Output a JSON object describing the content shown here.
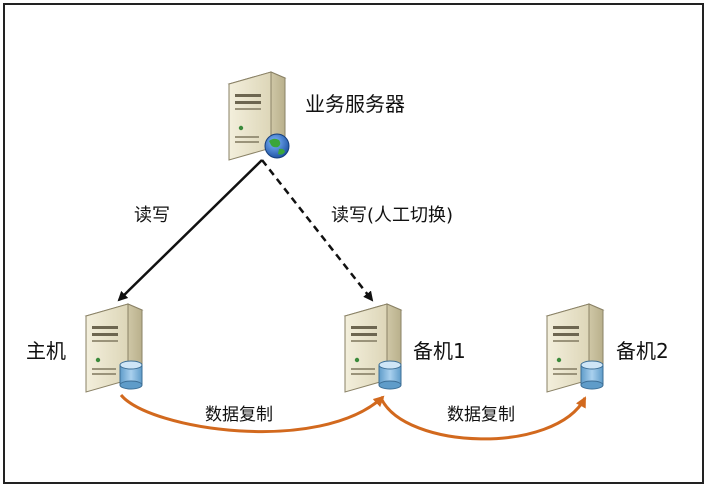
{
  "nodes": {
    "business_server": {
      "label": "业务服务器"
    },
    "primary": {
      "label": "主机"
    },
    "standby1": {
      "label": "备机1"
    },
    "standby2": {
      "label": "备机2"
    }
  },
  "edges": {
    "read_write_primary": {
      "label": "读写"
    },
    "read_write_standby": {
      "label": "读写(人工切换)"
    },
    "replication_1": {
      "label": "数据复制"
    },
    "replication_2": {
      "label": "数据复制"
    }
  },
  "colors": {
    "arrow": "#111111",
    "replication": "#D2691E",
    "server_body": "#E9E4CC",
    "database": "#7FB3DA",
    "frame": "#222222"
  }
}
